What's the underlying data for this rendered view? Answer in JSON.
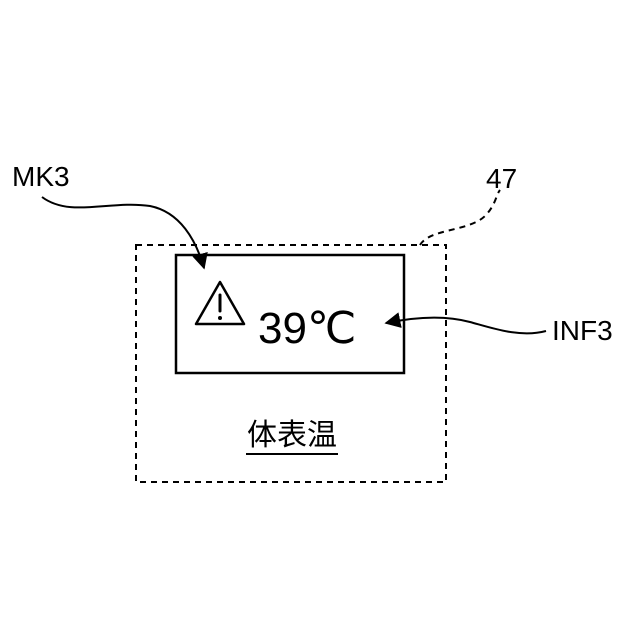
{
  "labels": {
    "marker_ref": "MK3",
    "info_ref": "INF3",
    "device_ref": "47"
  },
  "display": {
    "temperature": "39℃",
    "caption": "体表温",
    "marker_icon": "warning-triangle-icon"
  }
}
